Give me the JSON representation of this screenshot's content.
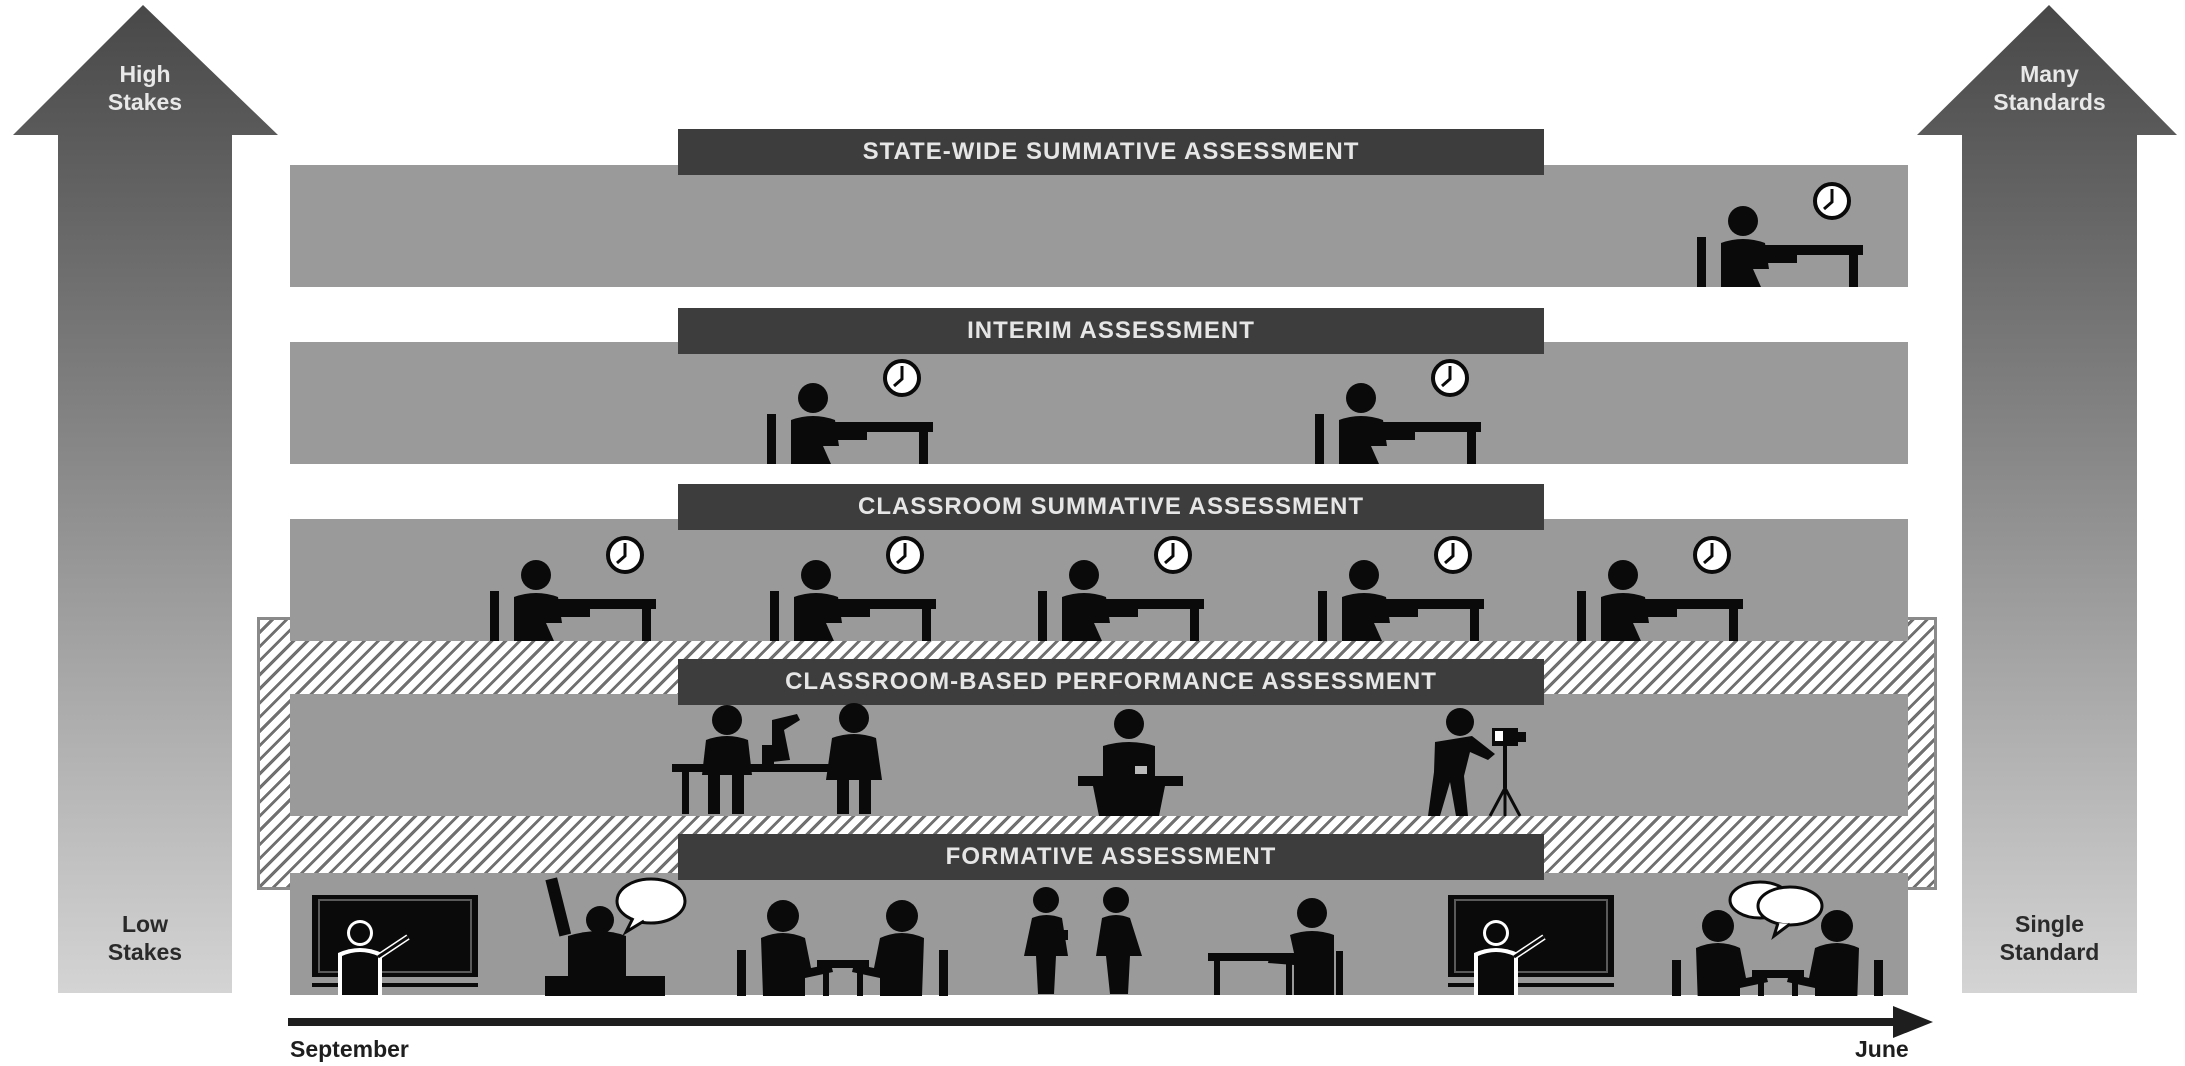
{
  "tiers": {
    "state_wide": "STATE-WIDE SUMMATIVE ASSESSMENT",
    "interim": "INTERIM ASSESSMENT",
    "classroom_summative": "CLASSROOM SUMMATIVE ASSESSMENT",
    "performance": "CLASSROOM-BASED PERFORMANCE ASSESSMENT",
    "formative": "FORMATIVE ASSESSMENT"
  },
  "left_axis": {
    "top": [
      "High",
      "Stakes"
    ],
    "bottom": [
      "Low",
      "Stakes"
    ]
  },
  "right_axis": {
    "top": [
      "Many",
      "Standards"
    ],
    "bottom": [
      "Single",
      "Standard"
    ]
  },
  "timeline": {
    "start": "September",
    "end": "June"
  },
  "colors": {
    "band": "#9a9a9a",
    "label_bg": "#3d3d3d",
    "icon": "#0a0a0a",
    "arrow_dark": "#4a4a4a",
    "arrow_light": "#d0d0d0"
  },
  "icons": {
    "state_wide": [
      "test-taker-with-clock-icon"
    ],
    "interim": [
      "test-taker-with-clock-icon",
      "test-taker-with-clock-icon"
    ],
    "classroom_summative": [
      "test-taker-with-clock-icon",
      "test-taker-with-clock-icon",
      "test-taker-with-clock-icon",
      "test-taker-with-clock-icon",
      "test-taker-with-clock-icon"
    ],
    "performance": [
      "lab-experiment-icon",
      "speaker-at-podium-icon",
      "video-recording-icon"
    ],
    "formative": [
      "student-at-board-icon",
      "raised-hand-question-icon",
      "pair-discussion-icon",
      "standing-conversation-icon",
      "individual-conference-icon",
      "student-at-board-icon",
      "pair-discussion-speech-icon"
    ]
  }
}
